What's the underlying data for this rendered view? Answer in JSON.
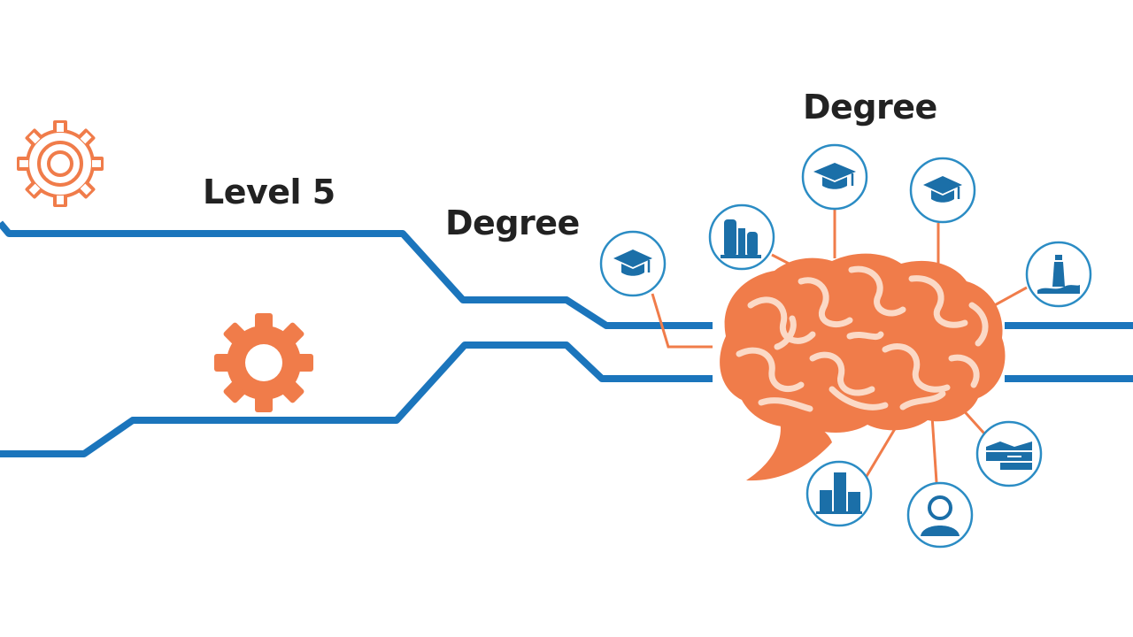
{
  "labels": {
    "level": "Level 5",
    "degree_mid": "Degree",
    "degree_top": "Degree"
  },
  "colors": {
    "blue": "#1b75bc",
    "orange": "#f07c4a",
    "brain_light": "#fbd9c6",
    "icon_blue": "#1b6fa8",
    "ring": "#2b8cc4",
    "text": "#222222"
  },
  "icons": [
    "graduation-cap-icon",
    "factory-icon",
    "graduation-cap-icon",
    "graduation-cap-icon",
    "lighthouse-icon",
    "building-icon",
    "worker-icon",
    "bridge-icon"
  ]
}
